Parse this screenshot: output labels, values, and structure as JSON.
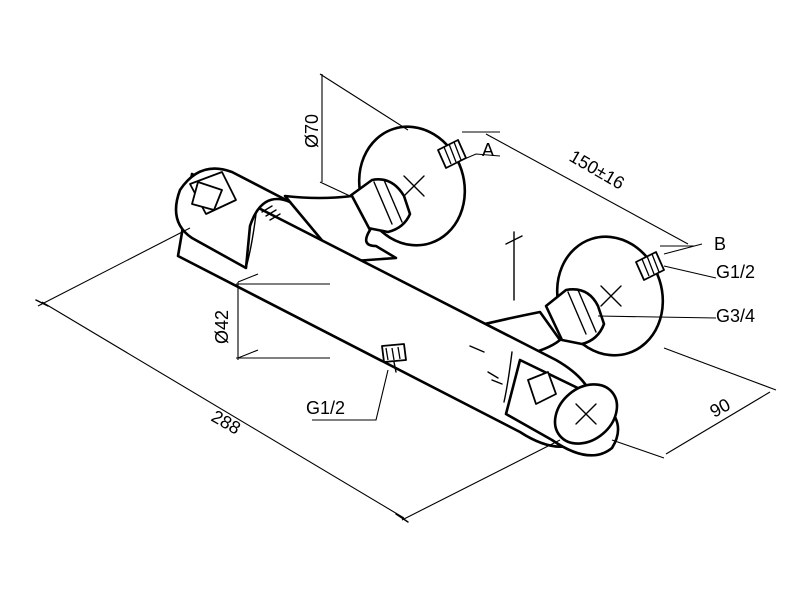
{
  "labels": {
    "dim_length": "288",
    "dim_body_diameter": "Ø42",
    "dim_rosette_diameter": "Ø70",
    "dim_centers": "150±16",
    "dim_depth": "90",
    "ref_a": "A",
    "ref_b": "B",
    "thread_inlet": "G1/2",
    "thread_outlet_side": "G3/4",
    "thread_bottom_outlet": "G1/2"
  }
}
